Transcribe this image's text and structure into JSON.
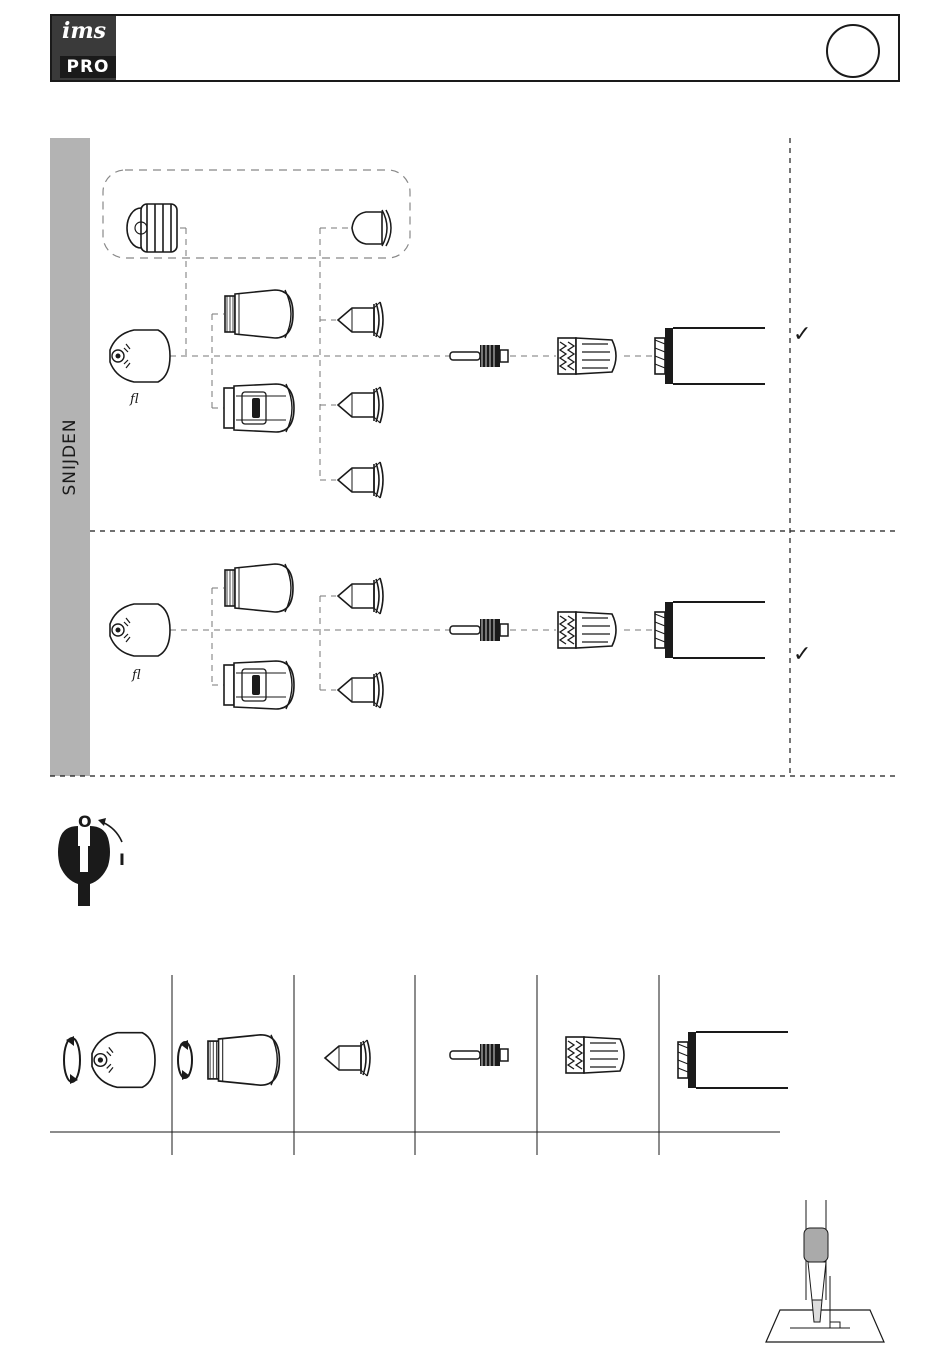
{
  "header": {
    "logo_top": "ims",
    "logo_bottom": "PRO"
  },
  "sidebar": {
    "label": "SNIJDEN"
  },
  "rows": [
    {
      "check": "✓",
      "tip_label": "fl"
    },
    {
      "check": "✓",
      "tip_label": "fl"
    }
  ],
  "switch": {
    "off_label": "O",
    "on_label": "I"
  },
  "colors": {
    "logo_bg": "#3a3a3a",
    "sidebar_bg": "#b3b3b3",
    "line": "#1a1a1a",
    "dashed": "#777777"
  }
}
